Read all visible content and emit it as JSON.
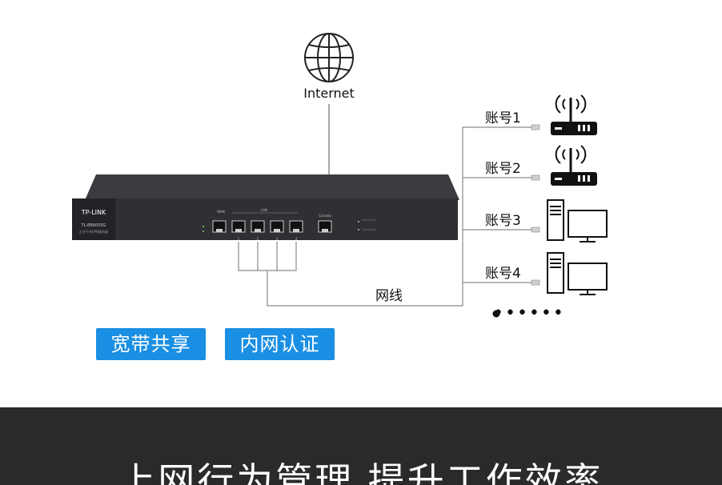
{
  "internet": {
    "label": "Internet"
  },
  "router": {
    "brand": "TP-LINK",
    "model": "TL-ER6055G",
    "subtitle": "企业千兆VPN路由器",
    "wan_label": "WAN",
    "lan_label": "LAN",
    "console_label": "Console",
    "port_labels": [
      "",
      "1",
      "2",
      "3",
      "4"
    ]
  },
  "accounts": [
    {
      "label": "账号1",
      "device": "access-point"
    },
    {
      "label": "账号2",
      "device": "access-point"
    },
    {
      "label": "账号3",
      "device": "desktop-pc"
    },
    {
      "label": "账号4",
      "device": "desktop-pc"
    }
  ],
  "ellipsis": "••••••",
  "cable_label": "网线",
  "tags": {
    "broadband_share": "宽带共享",
    "intranet_auth": "内网认证"
  },
  "headline": "上网行为管理 提升工作效率",
  "colors": {
    "tag_bg": "#1a8fe3",
    "router_body": "#2b2d30",
    "band_bg": "#2a2a2a",
    "line": "#8a8a8a"
  }
}
